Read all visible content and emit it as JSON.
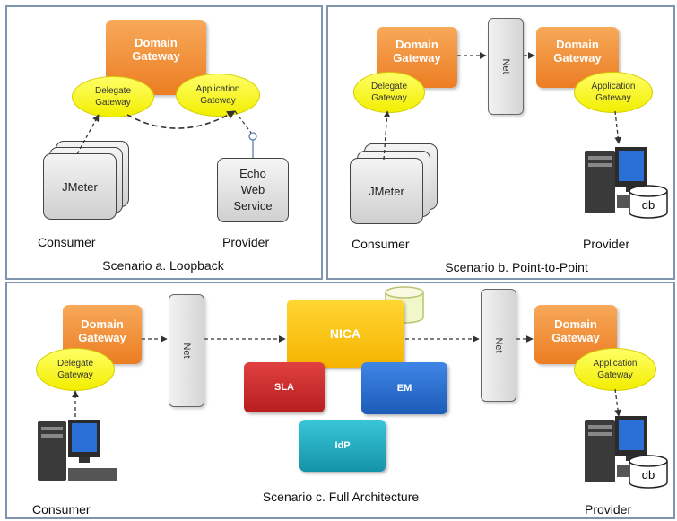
{
  "scenario_a": {
    "caption": "Scenario a. Loopback",
    "domain_gateway": [
      "Domain",
      "Gateway"
    ],
    "delegate_gateway": [
      "Delegate",
      "Gateway"
    ],
    "application_gateway": [
      "Application",
      "Gateway"
    ],
    "jmeter": "JMeter",
    "echo_service": [
      "Echo",
      "Web",
      "Service"
    ],
    "consumer": "Consumer",
    "provider": "Provider"
  },
  "scenario_b": {
    "caption": "Scenario b. Point-to-Point",
    "domain_gateway": [
      "Domain",
      "Gateway"
    ],
    "delegate_gateway": [
      "Delegate",
      "Gateway"
    ],
    "application_gateway": [
      "Application",
      "Gateway"
    ],
    "net": "Net",
    "jmeter": "JMeter",
    "db": "db",
    "consumer": "Consumer",
    "provider": "Provider"
  },
  "scenario_c": {
    "caption": "Scenario c. Full Architecture",
    "domain_gateway": [
      "Domain",
      "Gateway"
    ],
    "delegate_gateway": [
      "Delegate",
      "Gateway"
    ],
    "application_gateway": [
      "Application",
      "Gateway"
    ],
    "net": "Net",
    "nica": "NICA",
    "sla": "SLA",
    "em": "EM",
    "idp": "IdP",
    "db": "db",
    "consumer": "Consumer",
    "provider": "Provider"
  }
}
